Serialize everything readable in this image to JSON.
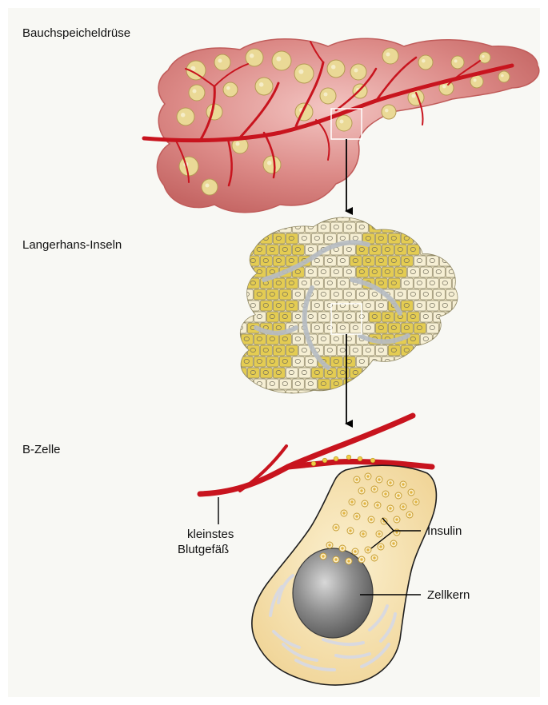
{
  "labels": {
    "pancreas": "Bauchspeicheldrüse",
    "islets": "Langerhans-Inseln",
    "bcell": "B-Zelle",
    "capillary_line1": "kleinstes",
    "capillary_line2": "Blutgefäß",
    "insulin": "Insulin",
    "nucleus": "Zellkern"
  },
  "colors": {
    "background": "#f8f8f4",
    "pancreas_fill": "#d57a78",
    "vessel": "#c8141e",
    "islet_fill": "#ead996",
    "islet_cells": "#f6efd4",
    "islet_yellow_cells": "#e4cc52",
    "bcell_fill": "#f2dc9e",
    "nucleus": "#808080",
    "granules": "#e6bf55"
  },
  "icons": {
    "arrow": "down-arrow-icon"
  }
}
